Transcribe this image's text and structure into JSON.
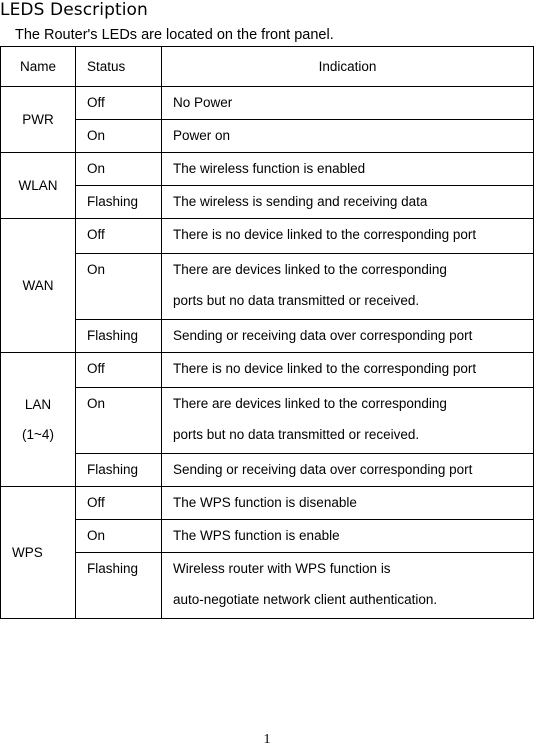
{
  "heading": "LEDS Description",
  "intro": "The Router's LEDs are located on the front panel.",
  "table": {
    "headers": {
      "name": "Name",
      "status": "Status",
      "indication": "Indication"
    },
    "groups": [
      {
        "name": "PWR",
        "rows": [
          {
            "status": "Off",
            "indication": "No Power"
          },
          {
            "status": "On",
            "indication": "Power on"
          }
        ]
      },
      {
        "name": "WLAN",
        "rows": [
          {
            "status": "On",
            "indication": "The wireless function is enabled"
          },
          {
            "status": "Flashing",
            "indication": "The wireless is sending and receiving data"
          }
        ]
      },
      {
        "name": "WAN",
        "rows": [
          {
            "status": "Off",
            "indication": "There is no device linked to the corresponding port"
          },
          {
            "status": "On",
            "indication_line1": "There are devices linked to the corresponding",
            "indication_line2": "ports but no data transmitted or received."
          },
          {
            "status": "Flashing",
            "indication": "Sending or receiving data over corresponding port"
          }
        ]
      },
      {
        "name_line1": "LAN",
        "name_line2": "(1~4)",
        "rows": [
          {
            "status": "Off",
            "indication": "There is no device linked to the corresponding port"
          },
          {
            "status": "On",
            "indication_line1": "There are devices linked to the corresponding",
            "indication_line2": "ports but no data transmitted or received."
          },
          {
            "status": "Flashing",
            "indication": "Sending or receiving data over corresponding port"
          }
        ]
      },
      {
        "name": "WPS",
        "rows": [
          {
            "status": "Off",
            "indication": "The WPS function is disenable"
          },
          {
            "status": "On",
            "indication": "The WPS function is enable"
          },
          {
            "status": "Flashing",
            "indication_line1": "Wireless router with WPS function is",
            "indication_line2": "auto-negotiate network client authentication."
          }
        ]
      }
    ]
  },
  "page_number": "1"
}
